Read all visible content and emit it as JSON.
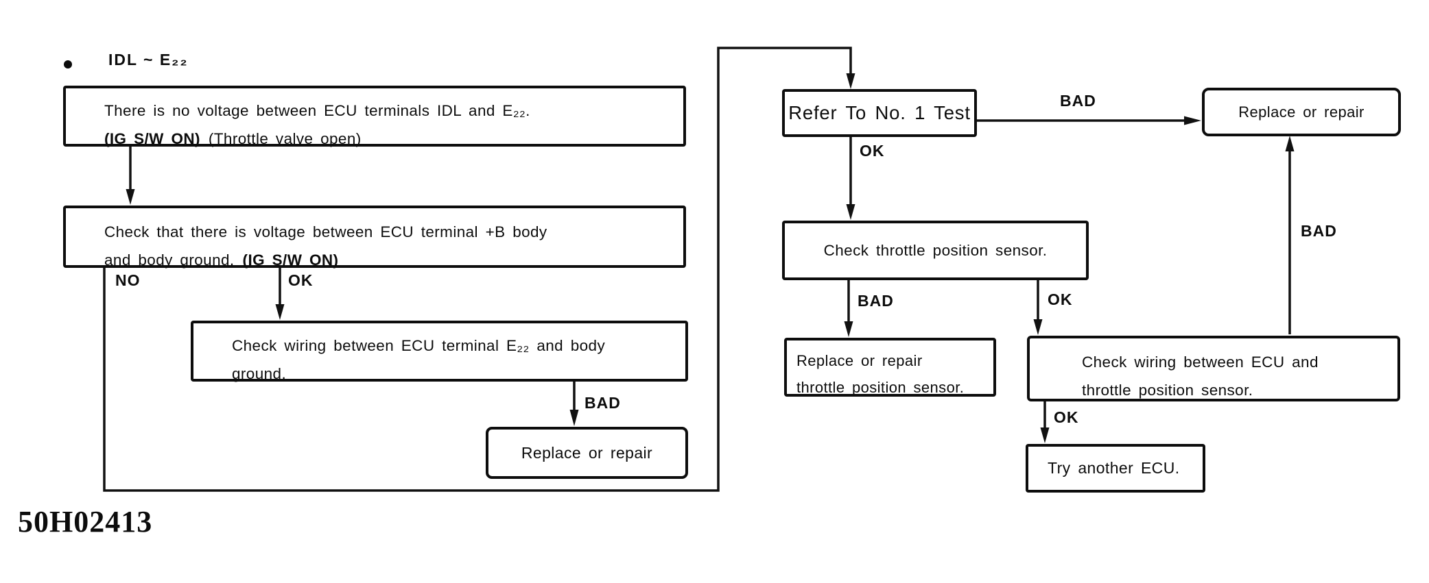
{
  "page": {
    "title": "IDL ~ E₂₂",
    "figure_code": "50H02413"
  },
  "labels": {
    "no": "NO",
    "ok": "OK",
    "bad": "BAD"
  },
  "boxes": {
    "no_voltage": {
      "line1": "There is no voltage between ECU terminals IDL and E₂₂.",
      "line2_bold": "(IG S/W ON)",
      "line2_rest": "(Throttle valve open)"
    },
    "check_b_voltage": {
      "line1": "Check that there is voltage between ECU terminal +B body",
      "line2_rest": "and body ground.",
      "line2_bold": "(IG S/W ON)"
    },
    "check_wiring_e22": {
      "line1": "Check wiring between ECU terminal E₂₂ and body",
      "line2": "ground."
    },
    "replace_repair_left": {
      "text": "Replace or repair"
    },
    "refer_test": {
      "text": "Refer To No. 1 Test"
    },
    "replace_repair_right": {
      "text": "Replace or repair"
    },
    "check_tps": {
      "text": "Check throttle position sensor."
    },
    "replace_tps": {
      "line1": "Replace or repair",
      "line2": "throttle position sensor."
    },
    "check_wiring_tps": {
      "line1": "Check wiring between ECU and",
      "line2": "throttle position sensor."
    },
    "try_ecu": {
      "text": "Try another ECU."
    }
  }
}
